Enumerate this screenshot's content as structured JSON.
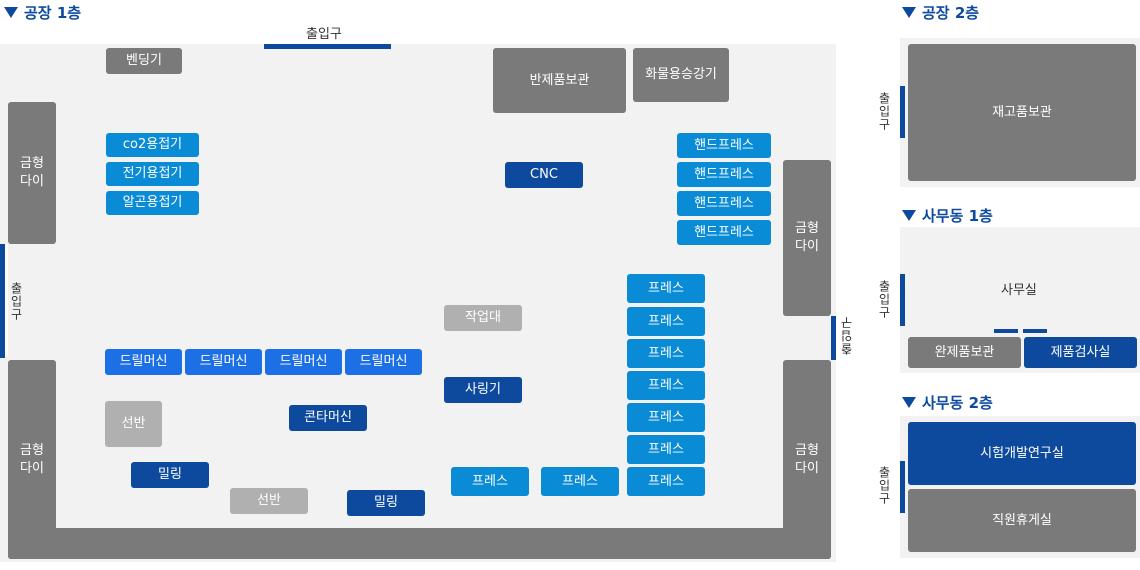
{
  "factory1": {
    "title": "공장 1층",
    "entrance_top": "출입구",
    "entrance_left": "출입구",
    "entrance_right": "출입구",
    "vending": "벤딩기",
    "product_storage": "반제품보관",
    "freight_elevator": "화물용승강기",
    "mold_die": "금형\n다이",
    "welders": [
      "co2용접기",
      "전기용접기",
      "알곤용접기"
    ],
    "cnc": "CNC",
    "hand_press": "핸드프레스",
    "press": "프레스",
    "workbench": "작업대",
    "drill": "드릴머신",
    "lathe": "선반",
    "milling": "밀링",
    "contour": "콘타머신",
    "sharing": "사링기"
  },
  "factory2": {
    "title": "공장 2층",
    "entrance": "출입구",
    "stock_storage": "재고품보관"
  },
  "office1": {
    "title": "사무동 1층",
    "entrance": "출입구",
    "office": "사무실",
    "finished_storage": "완제품보관",
    "inspection": "제품검사실"
  },
  "office2": {
    "title": "사무동 2층",
    "entrance": "출입구",
    "rnd_lab": "시험개발연구실",
    "lounge": "직원휴게실"
  },
  "colors": {
    "navy": "#0d4a9e",
    "blue": "#0a8bd6",
    "royal": "#1c6fe4",
    "dark_gray": "#7a7a7a",
    "light_gray": "#b0b0b0",
    "floor": "#f2f2f2"
  }
}
